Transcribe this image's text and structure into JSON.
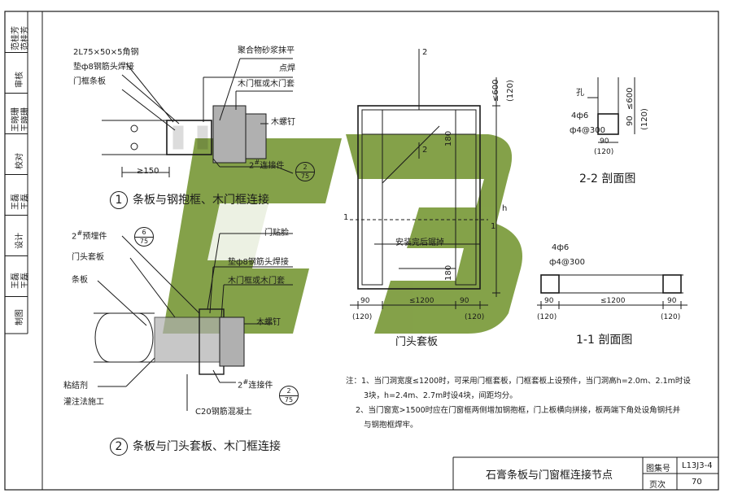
{
  "sidebar": {
    "rows": [
      {
        "role": "范桂芳",
        "sign": "范桂芳"
      },
      {
        "role": "审核",
        "sign": ""
      },
      {
        "role": "王晓珊",
        "sign": "王晓珊"
      },
      {
        "role": "校对",
        "sign": ""
      },
      {
        "role": "王磊",
        "sign": "王磊"
      },
      {
        "role": "设计",
        "sign": ""
      },
      {
        "role": "王磊",
        "sign": "王磊"
      },
      {
        "role": "制图",
        "sign": ""
      }
    ]
  },
  "detail1": {
    "num": "1",
    "title": "条板与钢抱框、木门框连接",
    "labels": {
      "angle": "2L75×50×5角钢",
      "pad": "垫ф8钢筋头焊接",
      "frame_board": "门框条板",
      "mortar": "聚合物砂浆抹平",
      "weld": "点焊",
      "wood_frame": "木门框或木门套",
      "screw": "木螺钉",
      "connector": "2",
      "connector_sup": "#",
      "connector_text": "连接件",
      "dim": "≥150"
    },
    "ref": {
      "top": "2",
      "bottom": "75"
    }
  },
  "detail2": {
    "num": "2",
    "title": "条板与门头套板、木门框连接",
    "labels": {
      "embed": "2",
      "embed_sup": "#",
      "embed_text": "预埋件",
      "head_board": "门头套板",
      "strip": "条板",
      "door_trim": "门贴脸",
      "pad": "垫ф8钢筋头焊接",
      "wood_frame": "木门框或木门套",
      "screw": "木螺钉",
      "connector": "2",
      "connector_sup": "#",
      "connector_text": "连接件",
      "adhesive1": "粘结剂",
      "adhesive2": "灌注法施工",
      "concrete": "C20钢筋混凝土"
    },
    "ref_embed": {
      "top": "6",
      "bottom": "75"
    },
    "ref_conn": {
      "top": "2",
      "bottom": "75"
    }
  },
  "elevation": {
    "section_mark_top": "2",
    "section_mark_mid": "2",
    "section_mark_left": "1",
    "dim_top": "≤600",
    "dim_top_paren": "(120)",
    "dim_180a": "180",
    "dim_180b": "180",
    "dim_h": "h",
    "dim_1": "1",
    "note": "安装完后锯掉",
    "dim_90a": "90",
    "dim_1200": "≤1200",
    "dim_90b": "90",
    "dim_120a": "(120)",
    "dim_120b": "(120)",
    "name": "门头套板"
  },
  "section22": {
    "hole": "孔",
    "rebar1": "4ф6",
    "rebar2": "ф4@300",
    "dim_600": "≤600",
    "dim_90v": "90",
    "dim_120v": "(120)",
    "dim_90h": "90",
    "dim_120h": "(120)",
    "title": "2-2 剖面图"
  },
  "section11": {
    "rebar1": "4ф6",
    "rebar2": "ф4@300",
    "dim_90a": "90",
    "dim_1200": "≤1200",
    "dim_90b": "90",
    "dim_120a": "(120)",
    "dim_120b": "(120)",
    "title": "1-1 剖面图"
  },
  "notes": {
    "line1": "注：1、当门洞宽度≤1200时，可采用门框套板，门框套板上设预件，当门洞高h=2.0m、2.1m时设",
    "line2": "3块，h=2.4m、2.7m时设4块，间距均分。",
    "line3": "2、当门窗宽>1500时应在门窗框两侧增加钢抱框，门上板横向拼接，板两端下角处设角钢托并",
    "line4": "与钢抱框焊牢。"
  },
  "titleblock": {
    "title": "石膏条板与门窗框连接节点",
    "atlas_label": "图集号",
    "atlas_no": "L13J3-4",
    "page_label": "页次",
    "page_no": "70"
  },
  "colors": {
    "watermark": "#7a9a3a",
    "line": "#1a1a1a",
    "wood": "#b0b0b0"
  }
}
